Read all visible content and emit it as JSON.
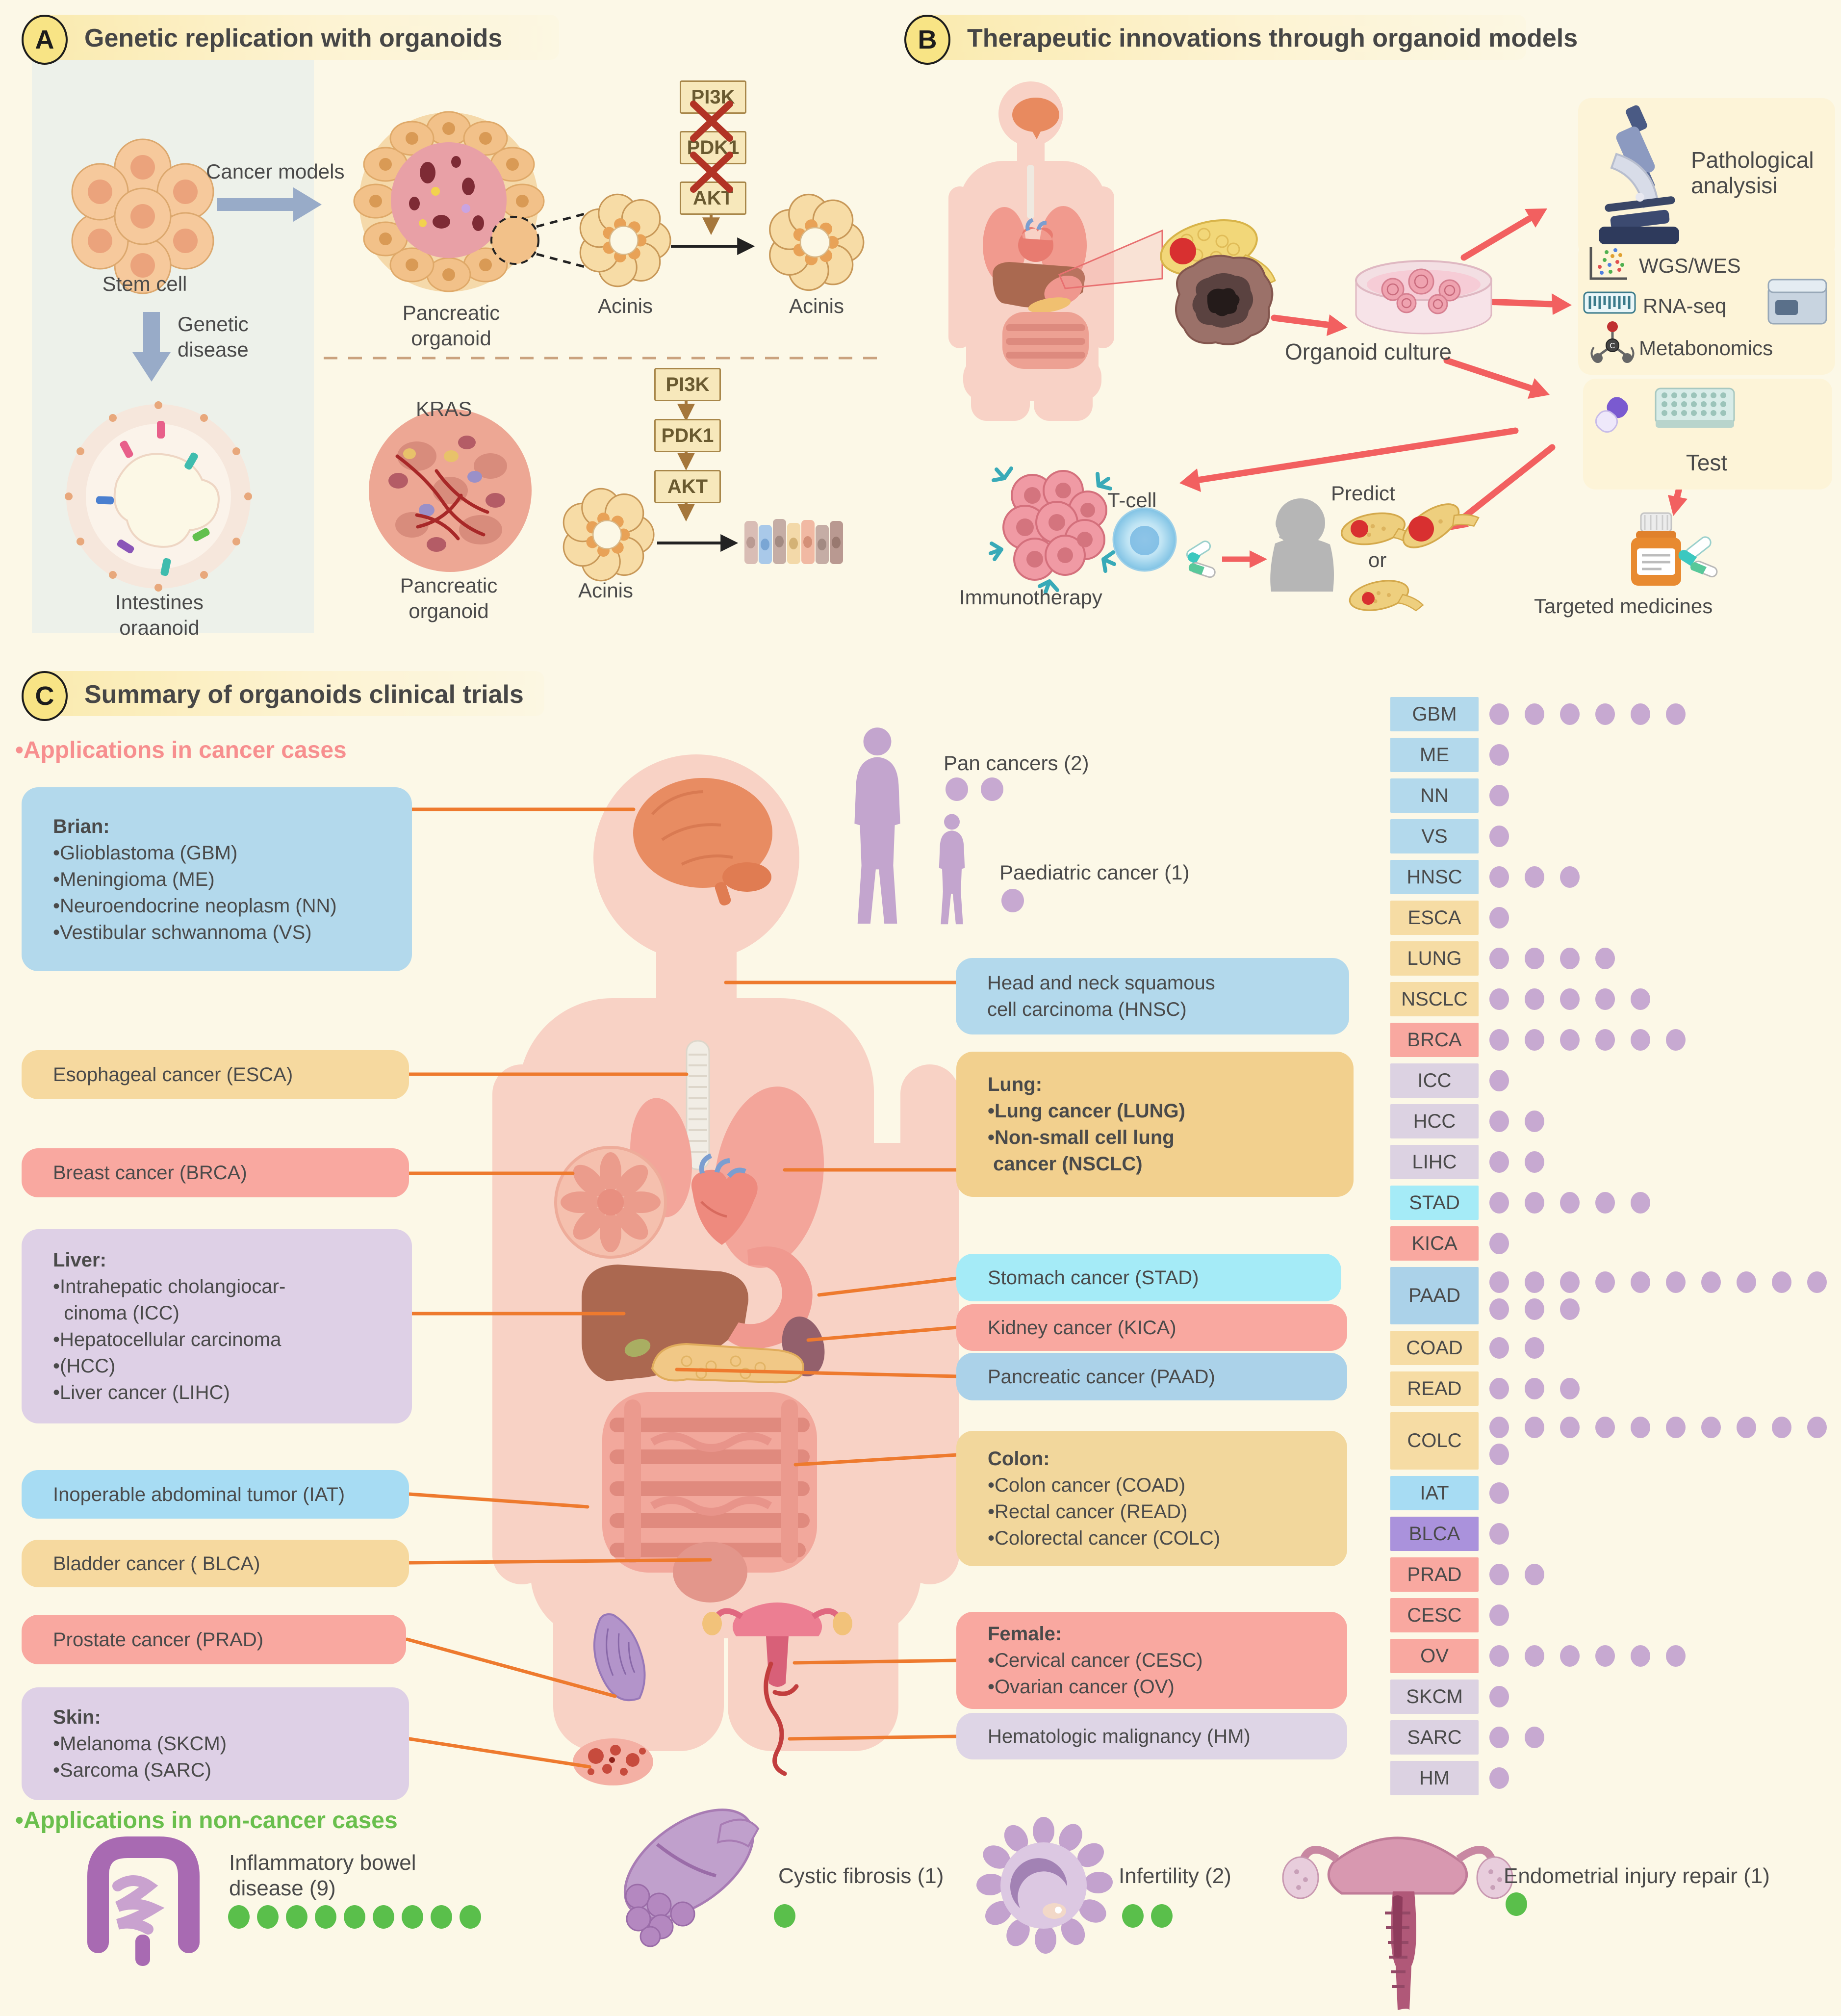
{
  "figure": {
    "background": "#fcf8e7",
    "leader_color": "#ee7a2e",
    "dot_purple": "#c7a9d1",
    "dot_green": "#5abf4b"
  },
  "panelA": {
    "badge": "A",
    "title": "Genetic replication with organoids",
    "cancer_models": "Cancer models",
    "stem_cell": "Stem cell",
    "genetic_disease_l1": "Genetic",
    "genetic_disease_l2": "disease",
    "pancreatic_organoid_top_l1": "Pancreatic",
    "pancreatic_organoid_top_l2": "organoid",
    "acinis_1": "Acinis",
    "acinis_2": "Acinis",
    "kras": "KRAS",
    "intestines_l1": "Intestines",
    "intestines_l2": "oraanoid",
    "pancreatic_organoid_bottom_l1": "Pancreatic",
    "pancreatic_organoid_bottom_l2": "organoid",
    "acinis_3": "Acinis",
    "pathway_mutated": [
      "PI3K",
      "PDK1",
      "AKT"
    ],
    "pathway_normal": [
      "PI3K",
      "PDK1",
      "AKT"
    ]
  },
  "panelB": {
    "badge": "B",
    "title": "Therapeutic innovations through organoid models",
    "organoid_culture": "Organoid culture",
    "pathological_l1": "Pathological",
    "pathological_l2": "analysisi",
    "wgs": "WGS/WES",
    "rnaseq": "RNA-seq",
    "metabonomics": "Metabonomics",
    "test": "Test",
    "tcell": "T-cell",
    "immunotherapy": "Immunotherapy",
    "predict": "Predict",
    "or_label": "or",
    "targeted": "Targeted medicines"
  },
  "panelC": {
    "badge": "C",
    "title": "Summary of organoids clinical trials",
    "cancer_heading": "•Applications in cancer cases",
    "noncancer_heading": "•Applications in non-cancer cases",
    "pan_cancers_label": "Pan cancers (2)",
    "pan_cancers_count": 2,
    "paediatric_label": "Paediatric cancer (1)",
    "paediatric_count": 1,
    "left_boxes": [
      {
        "id": "brain",
        "color": "#b3d9ec",
        "title": "Brian:",
        "lines": [
          "•Glioblastoma (GBM)",
          "•Meningioma (ME)",
          "•Neuroendocrine neoplasm (NN)",
          "•Vestibular schwannoma (VS)"
        ]
      },
      {
        "id": "esca",
        "color": "#f6d99f",
        "text": "Esophageal cancer (ESCA)"
      },
      {
        "id": "brca",
        "color": "#f9a8a0",
        "text": "Breast cancer (BRCA)"
      },
      {
        "id": "liver",
        "color": "#ded0e6",
        "title": "Liver:",
        "lines": [
          "•Intrahepatic cholangiocar-",
          "  cinoma (ICC)",
          "•Hepatocellular carcinoma",
          "•(HCC)",
          "•Liver cancer (LIHC)"
        ]
      },
      {
        "id": "iat",
        "color": "#a7dcf3",
        "text": "Inoperable abdominal tumor (IAT)"
      },
      {
        "id": "blca",
        "color": "#f6d99f",
        "text": "Bladder cancer ( BLCA)"
      },
      {
        "id": "prad",
        "color": "#f9a8a0",
        "text": "Prostate cancer (PRAD)"
      },
      {
        "id": "skin",
        "color": "#ded0e6",
        "title": "Skin:",
        "lines": [
          "•Melanoma (SKCM)",
          "•Sarcoma (SARC)"
        ]
      }
    ],
    "right_boxes": [
      {
        "id": "hnsc",
        "color": "#b3d9ec",
        "lines": [
          "Head and neck squamous",
          "cell carcinoma (HNSC)"
        ]
      },
      {
        "id": "lung",
        "color": "#f2d08e",
        "title": "Lung:",
        "bold": true,
        "lines": [
          "•Lung cancer (LUNG)",
          "•Non-small cell lung",
          " cancer (NSCLC)"
        ]
      },
      {
        "id": "stad",
        "color": "#a5ebf7",
        "text": "Stomach cancer (STAD)"
      },
      {
        "id": "kica",
        "color": "#f9a8a0",
        "text": "Kidney cancer (KICA)"
      },
      {
        "id": "paad",
        "color": "#abd2e9",
        "text": "Pancreatic cancer (PAAD)"
      },
      {
        "id": "colon",
        "color": "#f2d79c",
        "title": "Colon:",
        "lines": [
          "•Colon cancer (COAD)",
          "•Rectal cancer (READ)",
          "•Colorectal cancer (COLC)"
        ]
      },
      {
        "id": "female",
        "color": "#f9a8a0",
        "title": "Female:",
        "lines": [
          "•Cervical cancer (CESC)",
          "•Ovarian cancer (OV)"
        ]
      },
      {
        "id": "hm",
        "color": "#ded5e6",
        "text": "Hematologic malignancy (HM)"
      }
    ],
    "chart_data": {
      "type": "dot-matrix",
      "note": "1 dot = 1 organoid clinical trial per cancer type",
      "colors": {
        "blue": "#b3d9ec",
        "tan": "#f6dca4",
        "salmon": "#f9a8a0",
        "lavender": "#dcd2e2",
        "cyan": "#a5ebf7",
        "paadblue": "#abd2e9",
        "iatblue": "#a7dcf3",
        "purple": "#aa92dc"
      },
      "rows": [
        {
          "label": "GBM",
          "color": "blue",
          "dots": 6
        },
        {
          "label": "ME",
          "color": "blue",
          "dots": 1
        },
        {
          "label": "NN",
          "color": "blue",
          "dots": 1
        },
        {
          "label": "VS",
          "color": "blue",
          "dots": 1
        },
        {
          "label": "HNSC",
          "color": "blue",
          "dots": 3
        },
        {
          "label": "ESCA",
          "color": "tan",
          "dots": 1
        },
        {
          "label": "LUNG",
          "color": "tan",
          "dots": 4
        },
        {
          "label": "NSCLC",
          "color": "tan",
          "dots": 5
        },
        {
          "label": "BRCA",
          "color": "salmon",
          "dots": 6
        },
        {
          "label": "ICC",
          "color": "lavender",
          "dots": 1
        },
        {
          "label": "HCC",
          "color": "lavender",
          "dots": 2
        },
        {
          "label": "LIHC",
          "color": "lavender",
          "dots": 2
        },
        {
          "label": "STAD",
          "color": "cyan",
          "dots": 5
        },
        {
          "label": "KICA",
          "color": "salmon",
          "dots": 1
        },
        {
          "label": "PAAD",
          "color": "paadblue",
          "dots": [
            10,
            3
          ]
        },
        {
          "label": "COAD",
          "color": "tan",
          "dots": 2
        },
        {
          "label": "READ",
          "color": "tan",
          "dots": 3
        },
        {
          "label": "COLC",
          "color": "tan",
          "dots": [
            10,
            1
          ]
        },
        {
          "label": "IAT",
          "color": "iatblue",
          "dots": 1
        },
        {
          "label": "BLCA",
          "color": "purple",
          "dots": 1
        },
        {
          "label": "PRAD",
          "color": "salmon",
          "dots": 2
        },
        {
          "label": "CESC",
          "color": "salmon",
          "dots": 1
        },
        {
          "label": "OV",
          "color": "salmon",
          "dots": 6
        },
        {
          "label": "SKCM",
          "color": "lavender",
          "dots": 1
        },
        {
          "label": "SARC",
          "color": "lavender",
          "dots": 2
        },
        {
          "label": "HM",
          "color": "lavender",
          "dots": 1
        }
      ]
    },
    "noncancer": [
      {
        "label_l1": "Inflammatory bowel",
        "label_l2": "disease (9)",
        "count": 9
      },
      {
        "label": "Cystic fibrosis (1)",
        "count": 1
      },
      {
        "label": "Infertility (2)",
        "count": 2
      },
      {
        "label": "Endometrial injury repair (1)",
        "count": 1
      }
    ]
  }
}
